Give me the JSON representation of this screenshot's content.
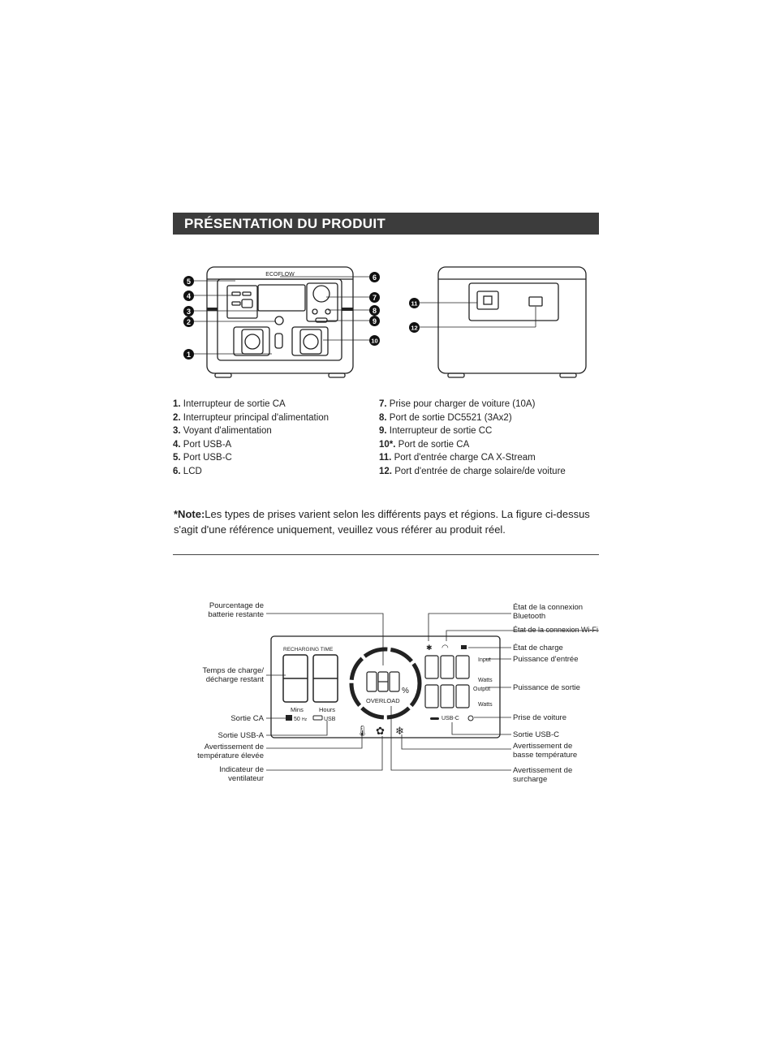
{
  "header": {
    "title": "PRÉSENTATION DU PRODUIT"
  },
  "device": {
    "brand": "ECOFLOW"
  },
  "callout_numbers": [
    "1",
    "2",
    "3",
    "4",
    "5",
    "6",
    "7",
    "8",
    "9",
    "10",
    "11",
    "12"
  ],
  "legend_left": [
    {
      "num": "1.",
      "text": "Interrupteur de sortie CA"
    },
    {
      "num": "2.",
      "text": "Interrupteur principal d'alimentation"
    },
    {
      "num": "3.",
      "text": "Voyant d'alimentation"
    },
    {
      "num": "4.",
      "text": "Port USB-A"
    },
    {
      "num": "5.",
      "text": "Port USB-C"
    },
    {
      "num": "6.",
      "text": "LCD"
    }
  ],
  "legend_right": [
    {
      "num": "7.",
      "text": "Prise pour charger de voiture (10A)"
    },
    {
      "num": "8.",
      "text": "Port de sortie DC5521 (3Ax2)"
    },
    {
      "num": "9.",
      "text": "Interrupteur de sortie CC"
    },
    {
      "num": "10*.",
      "text": "Port de sortie CA"
    },
    {
      "num": "11.",
      "text": "Port d'entrée charge CA X-Stream"
    },
    {
      "num": "12.",
      "text": "Port d'entrée de charge solaire/de voiture"
    }
  ],
  "note": {
    "label": "*Note:",
    "text": "Les types de prises varient selon les différents pays et régions. La figure ci-dessus s'agit d'une référence uniquement, veuillez vous référer au produit réel."
  },
  "lcd": {
    "recharging_time": "RECHARGING TIME",
    "mins": "Mins",
    "hours": "Hours",
    "ac_freq": "50",
    "ac_unit": "Hz",
    "usb": "USB",
    "percent": "%",
    "overload": "OVERLOAD",
    "input": "Input",
    "output": "Output",
    "watts": "Watts",
    "usbc": "USB-C"
  },
  "lcd_labels_left": [
    {
      "id": "battery",
      "lines": [
        "Pourcentage de",
        "batterie restante"
      ]
    },
    {
      "id": "time",
      "lines": [
        "Temps de charge/",
        "décharge restant"
      ]
    },
    {
      "id": "ac",
      "lines": [
        "Sortie CA"
      ]
    },
    {
      "id": "usba",
      "lines": [
        "Sortie USB-A"
      ]
    },
    {
      "id": "hightemp",
      "lines": [
        "Avertissement de",
        "température élevée"
      ]
    },
    {
      "id": "fan",
      "lines": [
        "Indicateur de",
        "ventilateur"
      ]
    }
  ],
  "lcd_labels_right": [
    {
      "id": "bt",
      "lines": [
        "État de la connexion",
        "Bluetooth"
      ]
    },
    {
      "id": "wifi",
      "lines": [
        "État de la connexion Wi-Fi"
      ]
    },
    {
      "id": "charge",
      "lines": [
        "État de charge"
      ]
    },
    {
      "id": "pin",
      "lines": [
        "Puissance d'entrée"
      ]
    },
    {
      "id": "pout",
      "lines": [
        "Puissance de sortie"
      ]
    },
    {
      "id": "car",
      "lines": [
        "Prise de voiture"
      ]
    },
    {
      "id": "usbc",
      "lines": [
        "Sortie USB-C"
      ]
    },
    {
      "id": "lowtemp",
      "lines": [
        "Avertissement de",
        "basse température"
      ]
    },
    {
      "id": "overload",
      "lines": [
        "Avertissement de",
        "surcharge"
      ]
    }
  ]
}
